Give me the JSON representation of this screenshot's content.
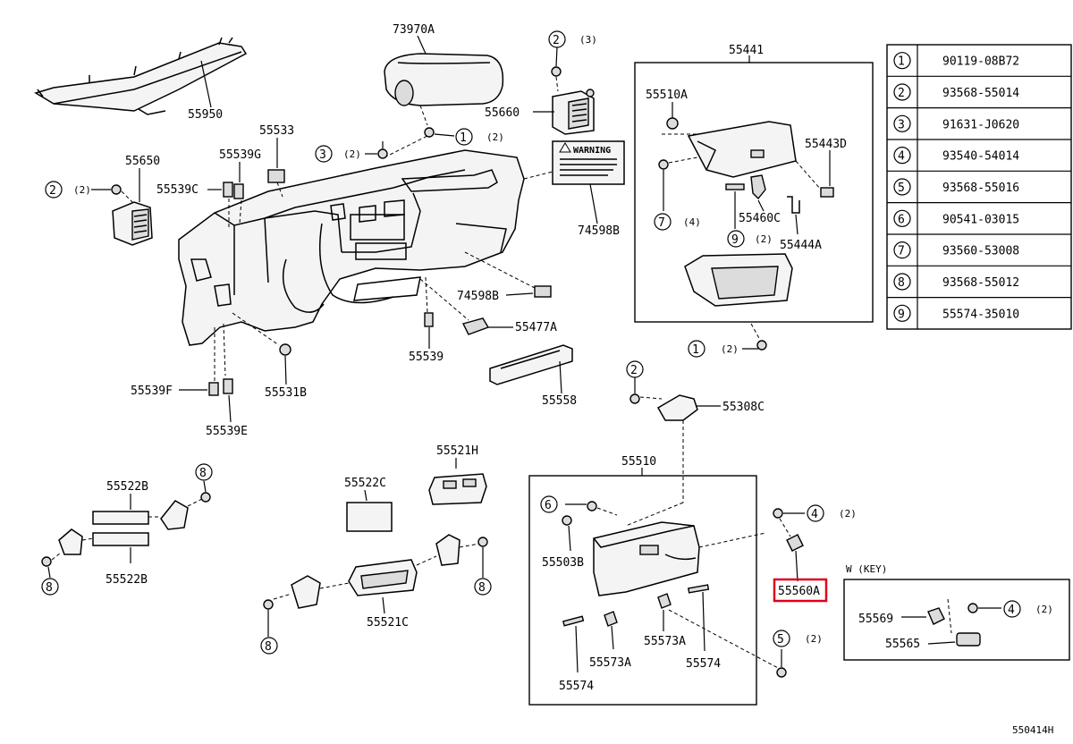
{
  "labels": {
    "p55950": "55950",
    "p73970A": "73970A",
    "p55660": "55660",
    "p55441": "55441",
    "p55510A": "55510A",
    "p55443D": "55443D",
    "p55460C": "55460C",
    "p55444A": "55444A",
    "p55650": "55650",
    "p55539G": "55539G",
    "p55533": "55533",
    "p55539C": "55539C",
    "p74598B_a": "74598B",
    "p74598B_b": "74598B",
    "p55477A": "55477A",
    "p55539": "55539",
    "p55558": "55558",
    "p55539F": "55539F",
    "p55531B": "55531B",
    "p55539E": "55539E",
    "p55308C": "55308C",
    "p55510": "55510",
    "p55503B": "55503B",
    "p55560A": "55560A",
    "p55522B_a": "55522B",
    "p55522B_b": "55522B",
    "p55522C": "55522C",
    "p55521H": "55521H",
    "p55521C": "55521C",
    "p55573A_a": "55573A",
    "p55573A_b": "55573A",
    "p55574_a": "55574",
    "p55574_b": "55574",
    "p55569": "55569",
    "p55565": "55565",
    "wkey": "W (KEY)",
    "warning": "WARNING",
    "code": "550414H"
  },
  "callouts": {
    "c2_top": {
      "num": "2",
      "qty": "(3)"
    },
    "c1_top": {
      "num": "1",
      "qty": "(2)"
    },
    "c3_left": {
      "num": "3",
      "qty": "(2)"
    },
    "c2_left": {
      "num": "2",
      "qty": "(2)"
    },
    "c7": {
      "num": "7",
      "qty": "(4)"
    },
    "c9": {
      "num": "9",
      "qty": "(2)"
    },
    "c1_mid": {
      "num": "1",
      "qty": "(2)"
    },
    "c2_mid": {
      "num": "2",
      "qty": ""
    },
    "c6": {
      "num": "6",
      "qty": ""
    },
    "c4_a": {
      "num": "4",
      "qty": "(2)"
    },
    "c4_b": {
      "num": "4",
      "qty": "(2)"
    },
    "c5": {
      "num": "5",
      "qty": "(2)"
    },
    "c8_a": {
      "num": "8",
      "qty": ""
    },
    "c8_b": {
      "num": "8",
      "qty": ""
    },
    "c8_c": {
      "num": "8",
      "qty": ""
    },
    "c8_d": {
      "num": "8",
      "qty": ""
    }
  },
  "legend": [
    {
      "num": "1",
      "part": "90119-08B72"
    },
    {
      "num": "2",
      "part": "93568-55014"
    },
    {
      "num": "3",
      "part": "91631-J0620"
    },
    {
      "num": "4",
      "part": "93540-54014"
    },
    {
      "num": "5",
      "part": "93568-55016"
    },
    {
      "num": "6",
      "part": "90541-03015"
    },
    {
      "num": "7",
      "part": "93560-53008"
    },
    {
      "num": "8",
      "part": "93568-55012"
    },
    {
      "num": "9",
      "part": "55574-35010"
    }
  ],
  "highlight_color": "#e0001b"
}
